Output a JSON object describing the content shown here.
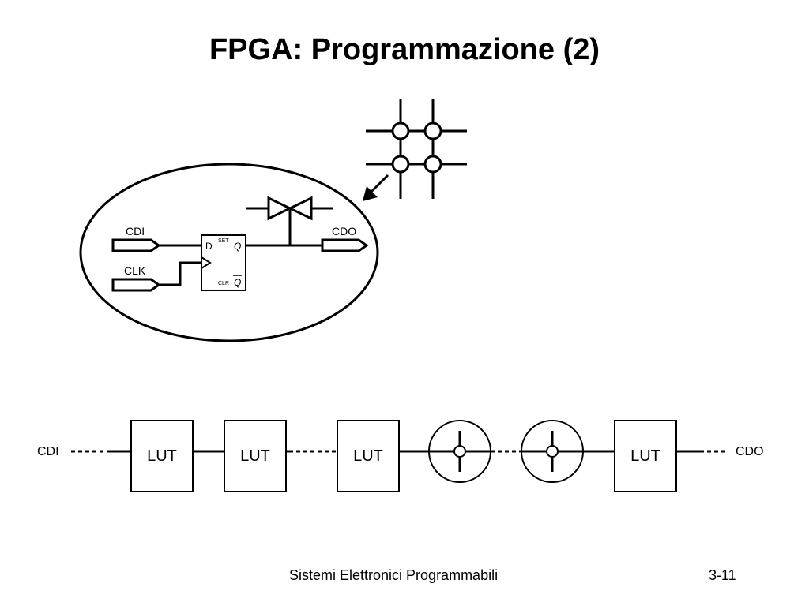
{
  "slide": {
    "title": "FPGA: Programmazione (2)",
    "footer_text": "Sistemi Elettronici Programmabili",
    "page_number": "3-11"
  },
  "detail": {
    "cdi_label": "CDI",
    "clk_label": "CLK",
    "cdo_label": "CDO",
    "ff": {
      "d": "D",
      "set": "SET",
      "q": "Q",
      "clr": "CLR",
      "qbar": "Q"
    }
  },
  "chain": {
    "left_label": "CDI",
    "right_label": "CDO",
    "lut_labels": [
      "LUT",
      "LUT",
      "LUT",
      "LUT"
    ]
  }
}
